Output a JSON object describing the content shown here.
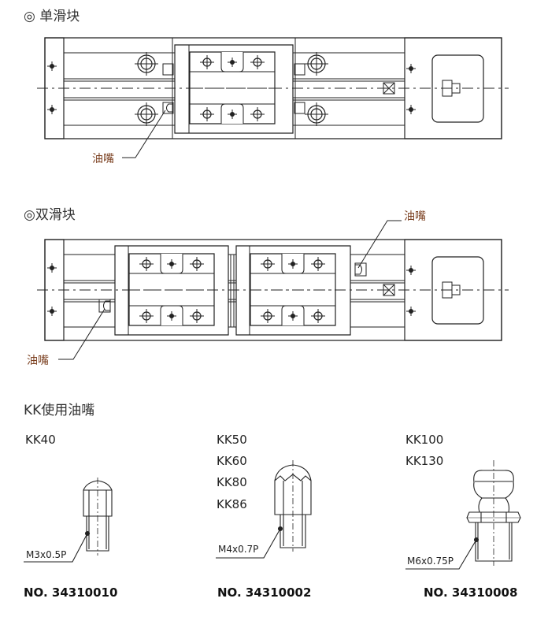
{
  "sections": {
    "single_slider_title": "◎ 单滑块",
    "double_slider_title": "◎双滑块",
    "nipple_title": "KK使用油嘴"
  },
  "callouts": {
    "single_oil": "油嘴",
    "double_oil_top": "油嘴",
    "double_oil_bottom": "油嘴"
  },
  "nipples": [
    {
      "models": [
        "KK40"
      ],
      "thread": "M3x0.5P",
      "part_no": "NO. 34310010"
    },
    {
      "models": [
        "KK50",
        "KK60",
        "KK80",
        "KK86"
      ],
      "thread": "M4x0.7P",
      "part_no": "NO. 34310002"
    },
    {
      "models": [
        "KK100",
        "KK130"
      ],
      "thread": "M6x0.75P",
      "part_no": "NO. 34310008"
    }
  ],
  "colors": {
    "line": "#222222",
    "callout_text": "#7a3e1e"
  }
}
